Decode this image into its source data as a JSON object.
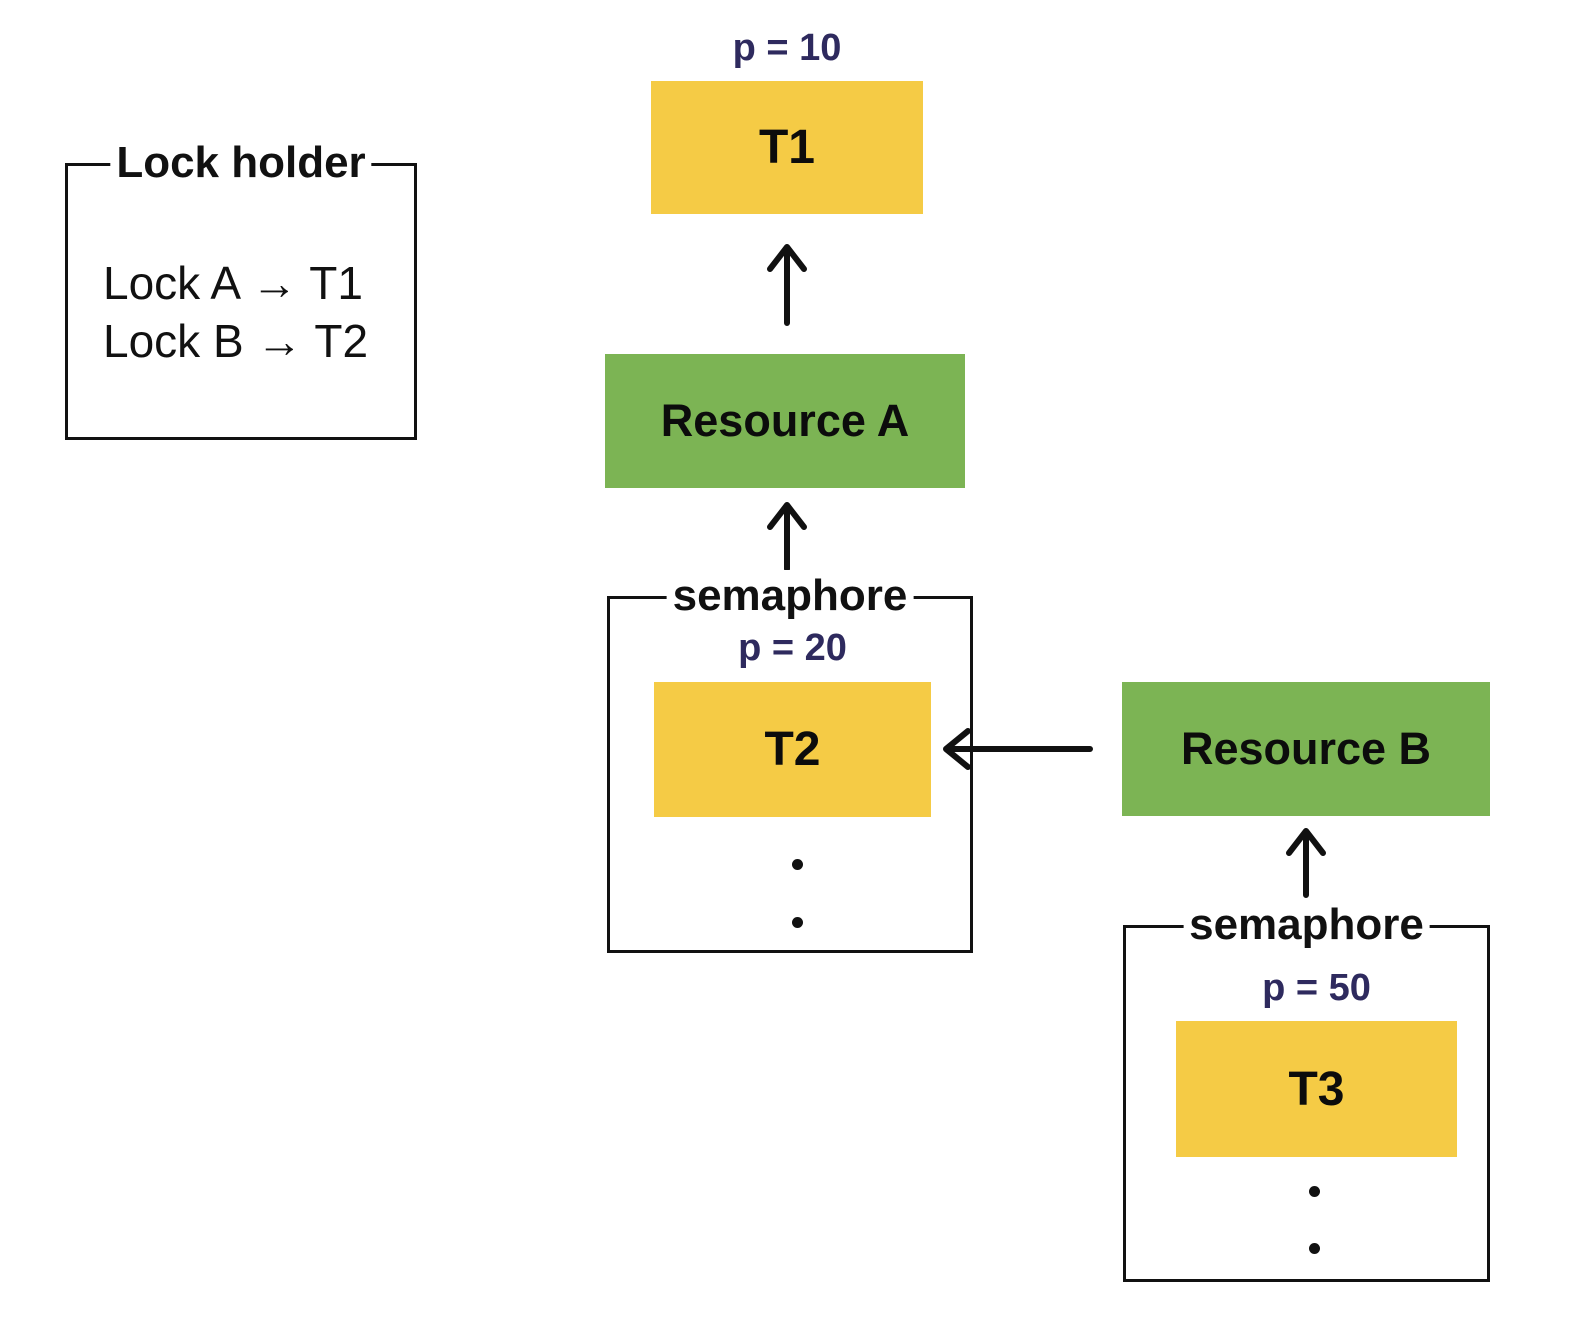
{
  "colors": {
    "background": "#FFFFFF",
    "task_fill": "#F5CB45",
    "resource_fill": "#7CB454",
    "priority_text": "#2E2A5E",
    "line": "#111111"
  },
  "lock_holder": {
    "title": "Lock holder",
    "entries": [
      "Lock A → T1",
      "Lock B → T2"
    ]
  },
  "chain_a": {
    "task": {
      "label": "T1",
      "priority": "p = 10"
    },
    "resource": {
      "label": "Resource A"
    },
    "semaphore": {
      "title": "semaphore",
      "waiting_task": {
        "label": "T2",
        "priority": "p = 20"
      }
    }
  },
  "chain_b": {
    "resource": {
      "label": "Resource B"
    },
    "semaphore": {
      "title": "semaphore",
      "waiting_task": {
        "label": "T3",
        "priority": "p = 50"
      }
    }
  }
}
